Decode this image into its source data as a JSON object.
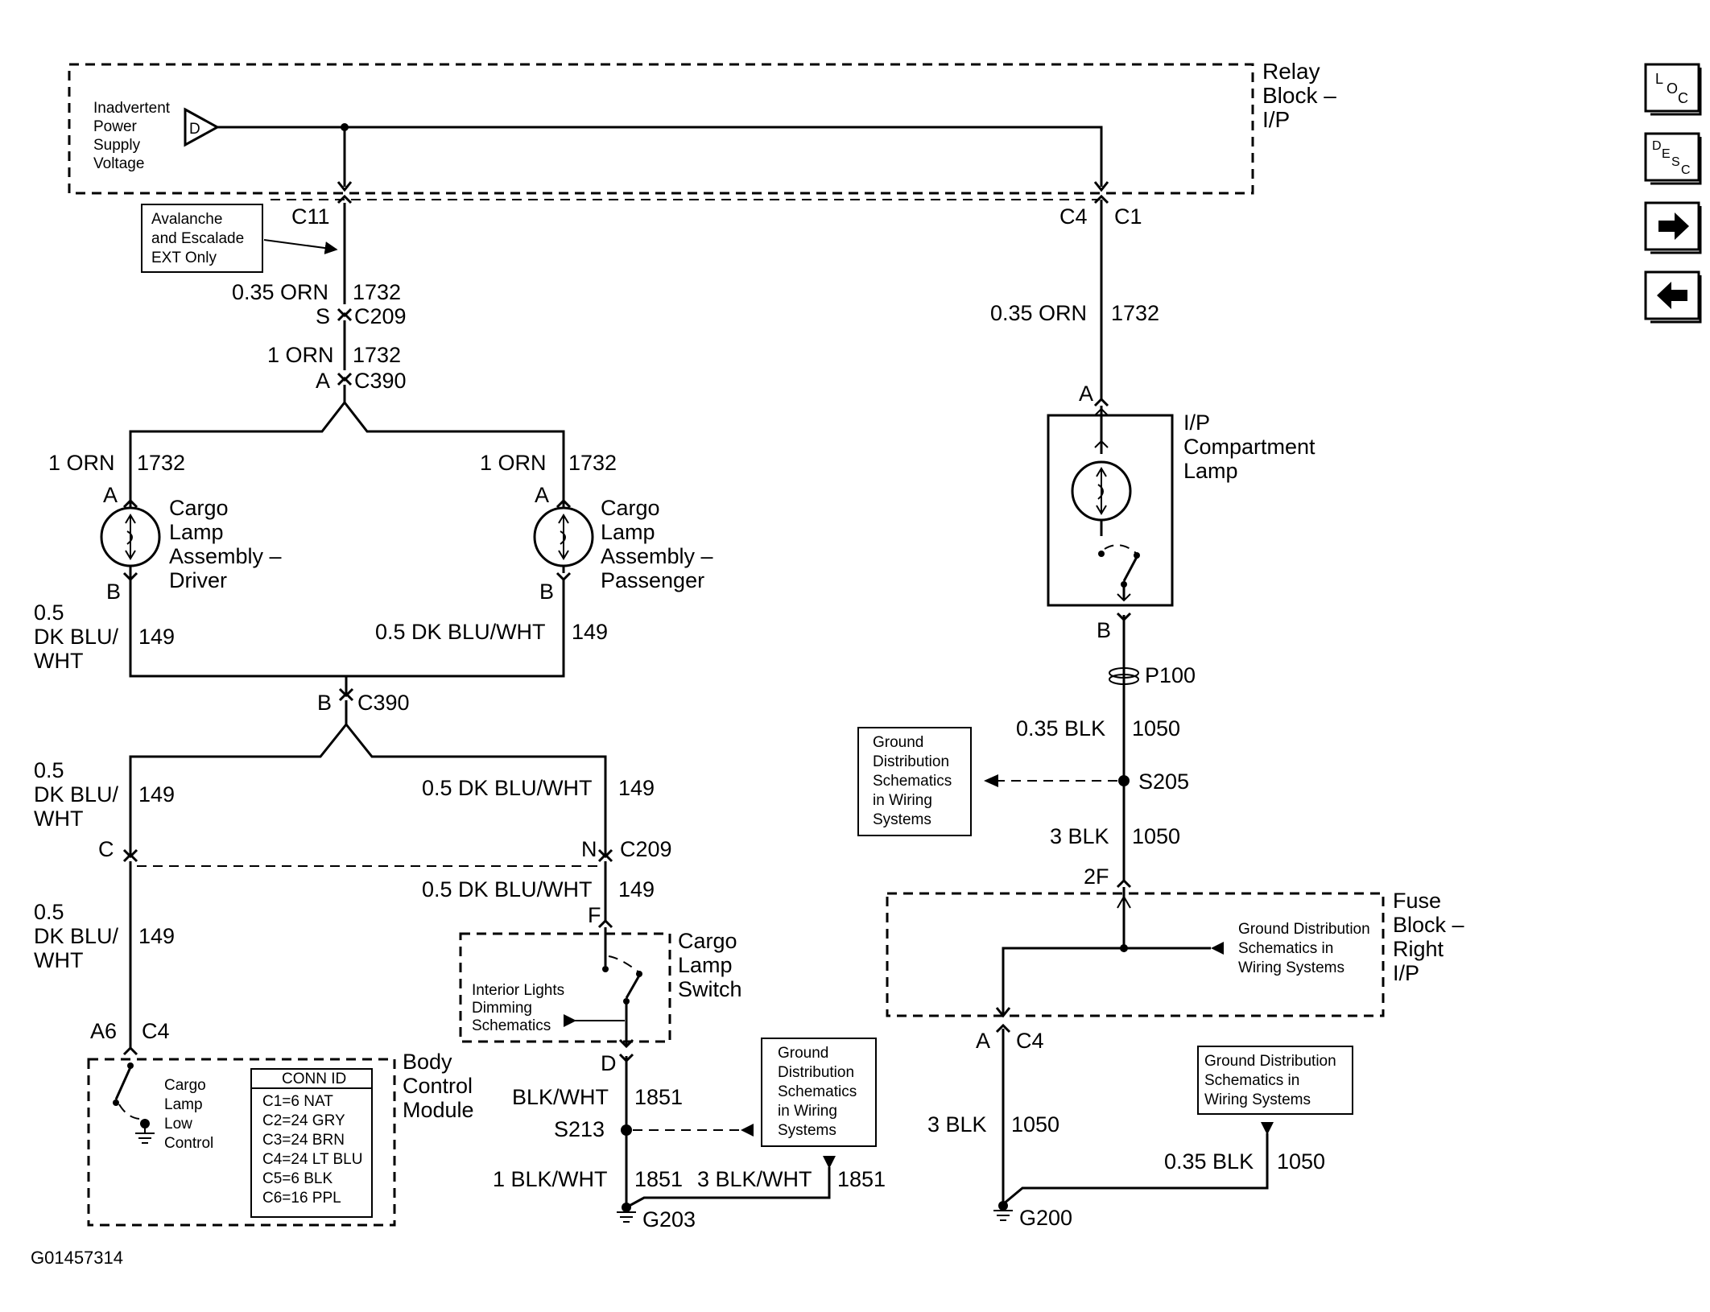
{
  "relay_block": {
    "title_lines": [
      "Relay",
      "Block –",
      "I/P"
    ],
    "source_text": [
      "Inadvertent",
      "Power",
      "Supply",
      "Voltage"
    ],
    "source_letter": "D"
  },
  "left": {
    "c11": "C11",
    "note_lines": [
      "Avalanche",
      "and Escalade",
      "EXT Only"
    ],
    "w1_size": "0.35 ORN",
    "w1_circuit": "1732",
    "c209_pin": "S",
    "c209": "C209",
    "w2_size": "1 ORN",
    "w2_circuit": "1732",
    "c390_pin": "A",
    "c390": "C390",
    "driver": {
      "w_size": "1 ORN",
      "w_circuit": "1732",
      "pin_a": "A",
      "pin_b": "B",
      "name_lines": [
        "Cargo",
        "Lamp",
        "Assembly –",
        "Driver"
      ],
      "out_size_lines": [
        "0.5",
        "DK BLU/",
        "WHT"
      ],
      "out_circuit": "149"
    },
    "passenger": {
      "w_size": "1 ORN",
      "w_circuit": "1732",
      "pin_a": "A",
      "pin_b": "B",
      "name_lines": [
        "Cargo",
        "Lamp",
        "Assembly –",
        "Passenger"
      ],
      "out_size": "0.5 DK BLU/WHT",
      "out_circuit": "149"
    },
    "c390b_pin": "B",
    "c390b": "C390",
    "left_wire_lines": [
      "0.5",
      "DK BLU/",
      "WHT"
    ],
    "left_wire_circuit": "149",
    "right_wire_size": "0.5 DK BLU/WHT",
    "right_wire_circuit": "149",
    "c_pin": "C",
    "n_pin": "N",
    "c209b": "C209",
    "bcm_wire_lines": [
      "0.5",
      "DK BLU/",
      "WHT"
    ],
    "bcm_wire_circuit": "149",
    "sw_wire_size": "0.5 DK BLU/WHT",
    "sw_wire_circuit": "149",
    "f_pin": "F",
    "switch": {
      "name_lines": [
        "Cargo",
        "Lamp",
        "Switch"
      ],
      "dim_lines": [
        "Interior Lights",
        "Dimming",
        "Schematics"
      ],
      "d_pin": "D"
    },
    "bcm": {
      "a6": "A6",
      "c4": "C4",
      "name_lines": [
        "Body",
        "Control",
        "Module"
      ],
      "ctrl_lines": [
        "Cargo",
        "Lamp",
        "Low",
        "Control"
      ],
      "conn_header": "CONN ID",
      "conn_rows": [
        "C1=6 NAT",
        "C2=24 GRY",
        "C3=24 BRN",
        "C4=24 LT BLU",
        "C5=6 BLK",
        "C6=16 PPL"
      ]
    },
    "gnd_w1_size": "BLK/WHT",
    "gnd_w1_circuit": "1851",
    "s213": "S213",
    "gnd_box_lines": [
      "Ground",
      "Distribution",
      "Schematics",
      "in Wiring",
      "Systems"
    ],
    "gnd_w2_size": "1 BLK/WHT",
    "gnd_w2_circuit": "1851",
    "gnd_w3_size": "3 BLK/WHT",
    "gnd_w3_circuit": "1851",
    "g203": "G203"
  },
  "right": {
    "c4": "C4",
    "c1": "C1",
    "w1_size": "0.35 ORN",
    "w1_circuit": "1732",
    "pin_a": "A",
    "lamp_lines": [
      "I/P",
      "Compartment",
      "Lamp"
    ],
    "pin_b": "B",
    "p100": "P100",
    "gnd_box_lines": [
      "Ground",
      "Distribution",
      "Schematics",
      "in Wiring",
      "Systems"
    ],
    "w2_size": "0.35 BLK",
    "w2_circuit": "1050",
    "s205": "S205",
    "w3_size": "3 BLK",
    "w3_circuit": "1050",
    "pin_2f": "2F",
    "fuse_block_lines": [
      "Fuse",
      "Block –",
      "Right",
      "I/P"
    ],
    "fuse_gnd_lines": [
      "Ground Distribution",
      "Schematics in",
      "Wiring Systems"
    ],
    "pin_a2": "A",
    "c4b": "C4",
    "w4_size": "3 BLK",
    "w4_circuit": "1050",
    "gnd2_box_lines": [
      "Ground Distribution",
      "Schematics in",
      "Wiring Systems"
    ],
    "w5_size": "0.35 BLK",
    "w5_circuit": "1050",
    "g200": "G200"
  },
  "figure_id": "G01457314",
  "nav": {
    "loc": [
      "L",
      "O",
      "C"
    ],
    "desc": [
      "D",
      "E",
      "S",
      "C"
    ]
  }
}
